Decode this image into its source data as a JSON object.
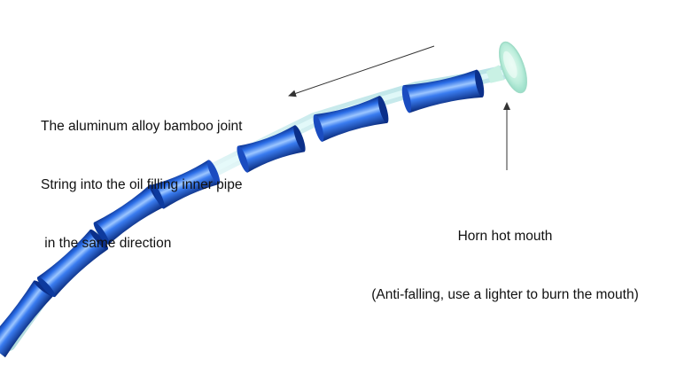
{
  "annotations": {
    "bamboo_joint": {
      "lines": [
        "The aluminum alloy bamboo joint",
        "String into the oil filling inner pipe",
        " in the same direction"
      ]
    },
    "horn_mouth": {
      "lines": [
        "Horn hot mouth",
        "(Anti-falling, use a lighter to burn the mouth)"
      ]
    }
  },
  "colors": {
    "segment_blue": "#1f5fd6",
    "segment_highlight": "#9cc6ff",
    "segment_shadow": "#0b2f8a",
    "inner_tube": "#d8f3f2",
    "horn_mouth": "#b8ecd9",
    "arrow": "#333333"
  }
}
